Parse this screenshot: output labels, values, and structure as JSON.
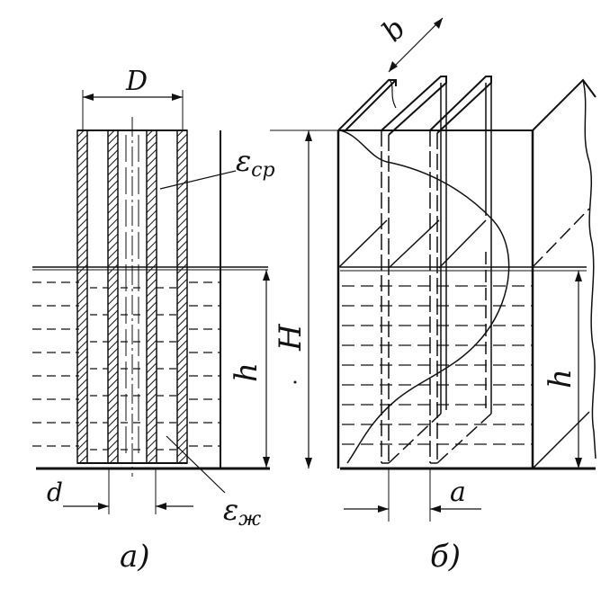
{
  "labels": {
    "D": "D",
    "d": "d",
    "eps_sr": "ε",
    "eps_sr_sub": "ср",
    "eps_zh": "ε",
    "eps_zh_sub": "ж",
    "H": "H",
    "h_left": "h",
    "h_right": "h",
    "b": "b",
    "a": "a",
    "caption_a": "а)",
    "caption_b": "б)"
  },
  "colors": {
    "ink": "#111111",
    "paper": "#ffffff"
  }
}
